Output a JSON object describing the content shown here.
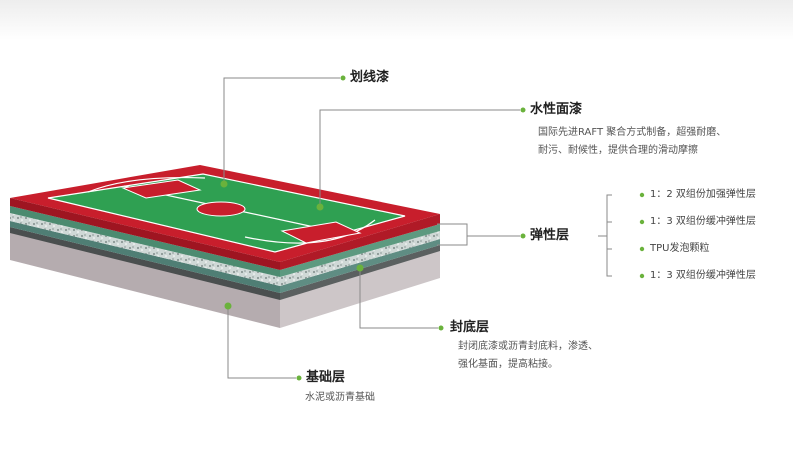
{
  "labels": {
    "marking_paint": "划线漆",
    "topcoat": {
      "title": "水性面漆",
      "desc_line1": "国际先进RAFT 聚合方式制备，超强耐磨、",
      "desc_line2": "耐污、耐候性，提供合理的滑动摩擦"
    },
    "elastic": {
      "title": "弹性层",
      "items": [
        "1：2 双组份加强弹性层",
        "1：3 双组份缓冲弹性层",
        "TPU发泡颗粒",
        "1：3 双组份缓冲弹性层"
      ]
    },
    "primer": {
      "title": "封底层",
      "desc_line1": "封闭底漆或沥青封底料，渗透、",
      "desc_line2": "强化基面，提高粘接。"
    },
    "base": {
      "title": "基础层",
      "desc": "水泥或沥青基础"
    }
  },
  "colors": {
    "court_green": "#2fa052",
    "border_red": "#c81e2c",
    "concrete": "#b3aaad",
    "dot_green": "#6ab23c",
    "line_gray": "#8a8a8a"
  }
}
